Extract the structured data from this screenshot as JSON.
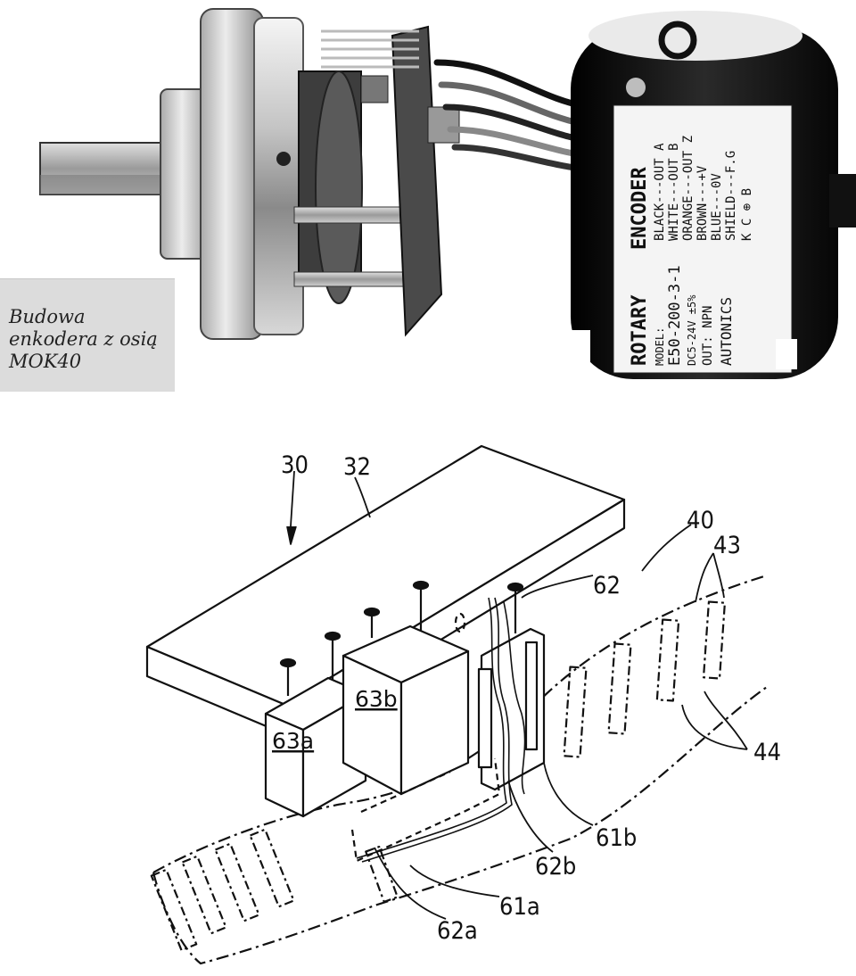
{
  "caption": {
    "line1": "Budowa",
    "line2": "enkodera z osią",
    "line3": "MOK40"
  },
  "encoder_label": {
    "title_left": "ROTARY",
    "title_right": "ENCODER",
    "model_label": "MODEL:",
    "model": "E50-200-3-1",
    "supply": "DC5-24V ±5%",
    "output": "OUT: NPN",
    "brand": "AUTONICS",
    "wires": [
      "BLACK---OUT A",
      "WHITE---OUT B",
      "ORANGE---OUT Z",
      "BROWN---+V",
      "BLUE---0V",
      "SHIELD---F.G"
    ],
    "marks": "K C ⊕ B"
  },
  "drawing_labels": {
    "l30": "30",
    "l32": "32",
    "l40": "40",
    "l43": "43",
    "l44": "44",
    "l62": "62",
    "l63a": "63a",
    "l63b": "63b",
    "l61a": "61a",
    "l61b": "61b",
    "l62a": "62a",
    "l62b": "62b"
  },
  "colors": {
    "caption_bg": "#dcdcdc",
    "ink": "#111111",
    "encoder_body": "#141414"
  }
}
